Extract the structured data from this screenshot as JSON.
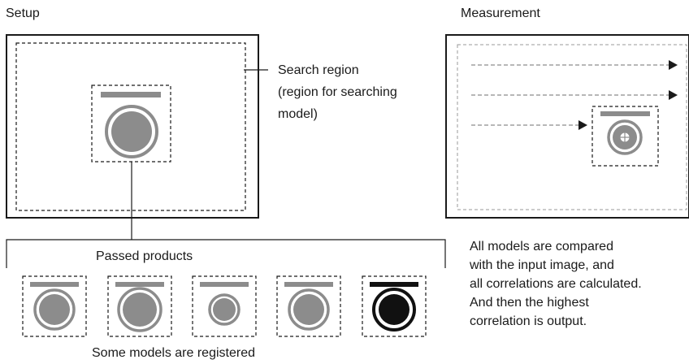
{
  "setup": {
    "title": "Setup",
    "search_region_label": [
      "Search region",
      "(region for searching",
      "model)"
    ]
  },
  "models": {
    "passed_label": "Passed products",
    "registered_label": "Some models are registered"
  },
  "measurement": {
    "title": "Measurement",
    "description": [
      "All models are compared",
      "with the input image, and",
      "all correlations are calculated.",
      "And then the highest",
      "correlation is output."
    ]
  },
  "colors": {
    "model_gray": "#8c8c8c",
    "highlight_model": "#111111",
    "outline": "#1a1a1a",
    "dashed_region": "#9a9a9a"
  }
}
